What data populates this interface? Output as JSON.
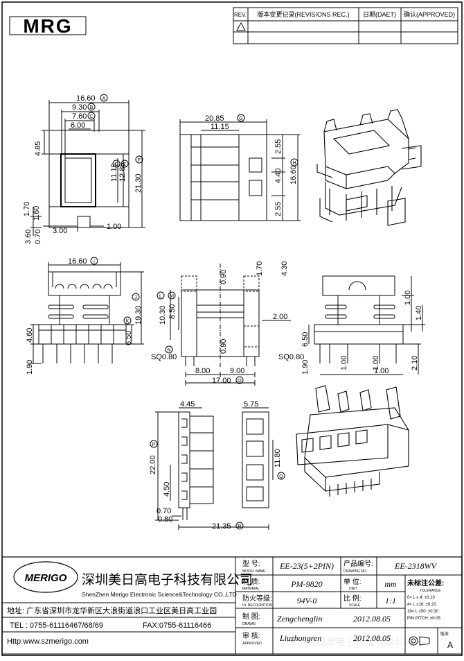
{
  "logo": {
    "text": "MRG"
  },
  "revision_table": {
    "headers": [
      "REV.",
      "版本变更记录(REVISIONS REC.)",
      "日期(DAET)",
      "确认(APPROVED)"
    ],
    "rows": [
      [
        "",
        "",
        "",
        ""
      ]
    ]
  },
  "top_view_dims": {
    "a": "16.60",
    "b": "9.30",
    "c": "7.60",
    "d": "6.00",
    "left_h": "4.85",
    "e": "11.15",
    "f": "12.85",
    "g": "21.30",
    "b1": "1.70",
    "b2": "1.60",
    "b3": "3.60",
    "b4": "0.70",
    "b5": "3.00",
    "b6": "1.00",
    "letters": [
      "A",
      "B",
      "C",
      "D",
      "E",
      "F"
    ]
  },
  "side_view_dims": {
    "w1": "20.85",
    "w2": "11.15",
    "h1": "2.55",
    "h2": "4.40",
    "h3": "2.55",
    "h4": "16.60",
    "letters": [
      "G",
      "H"
    ]
  },
  "front_view_dims": {
    "w": "16.60",
    "h1": "19.30",
    "h2": "6.50",
    "h3": "4.60",
    "h4": "1.90",
    "letters": [
      "I",
      "J",
      "K"
    ]
  },
  "center_view_dims": {
    "t1": "0.90",
    "t2": "1.70",
    "t3": "4.30",
    "l1": "10.30",
    "l2": "8.50",
    "m1": "2.00",
    "m2": "0.90",
    "sq": "SQ0.80",
    "w1": "8.00",
    "w2": "9.00",
    "w3": "17.00",
    "letters": [
      "L",
      "M",
      "N",
      "O"
    ]
  },
  "right_view_dims": {
    "r1": "1.00",
    "r2": "1.40",
    "r3": "6.50",
    "r4": "1.00",
    "r5": "1.00",
    "r6": "2.10",
    "r7": "1.00",
    "sq": "SQ0.80",
    "r8": "1.90"
  },
  "bottom_view_dims": {
    "t1": "4.45",
    "t2": "5.75",
    "h1": "22.00",
    "h2": "11.80",
    "p": "4.50",
    "b1": "0.70",
    "b2": "0.80",
    "w": "21.35",
    "letters": [
      "P",
      "Q",
      "R"
    ]
  },
  "company": {
    "brand": "MERIGO",
    "name_cn": "深圳美日高电子科技有限公司",
    "name_en": "ShenZhen Merigo Electronic Science&Technology CO.,LTD",
    "address": "地址: 广东省深圳市龙华新区大浪街道浪口工业区美日高工业园",
    "tel": "TEL : 0755-61116467/68/69",
    "fax": "FAX:0755-61116466",
    "http": "Http:www.szmerigo.com"
  },
  "title_block": {
    "model_label": "型 号:",
    "model_label_en": "MODEL NAME",
    "model": "EE-23(5+2PIN)",
    "drawing_label": "产品编号:",
    "drawing_label_en": "DRAWING NO.",
    "drawing_no": "EE-2318WV",
    "material_label": "材 质:",
    "material_label_en": "MATERIAL",
    "material": "PM-9820",
    "unit_label": "单 位:",
    "unit_label_en": "UNIT",
    "unit": "mm",
    "fire_label": "防火等级:",
    "fire_label_en": "UL RECOGNITION",
    "fire": "94V-0",
    "scale_label": "比 例:",
    "scale_label_en": "SCALE",
    "scale": "1:1",
    "drawn_label": "制 图:",
    "drawn_label_en": "DRAWN",
    "drawn": "Zengchenglin",
    "drawn_date": "2012.08.05",
    "approved_label": "审 核:",
    "approved_label_en": "APPROVED",
    "approved": "Liuzhongren",
    "approved_date": "2012.08.05",
    "tolerance_title": "未标注公差:",
    "tolerance_en": "TOLERANCE",
    "tolerances": [
      "0< L ≤ 4:  ±0.10",
      "4< L ≤16:  ±0.20",
      "16< L ≤50:  ±0.30",
      "PIN PITCH:  ±0.05"
    ],
    "version_label": "版本",
    "version": "A"
  },
  "watermark": "深圳美日高电子科技有限公司"
}
